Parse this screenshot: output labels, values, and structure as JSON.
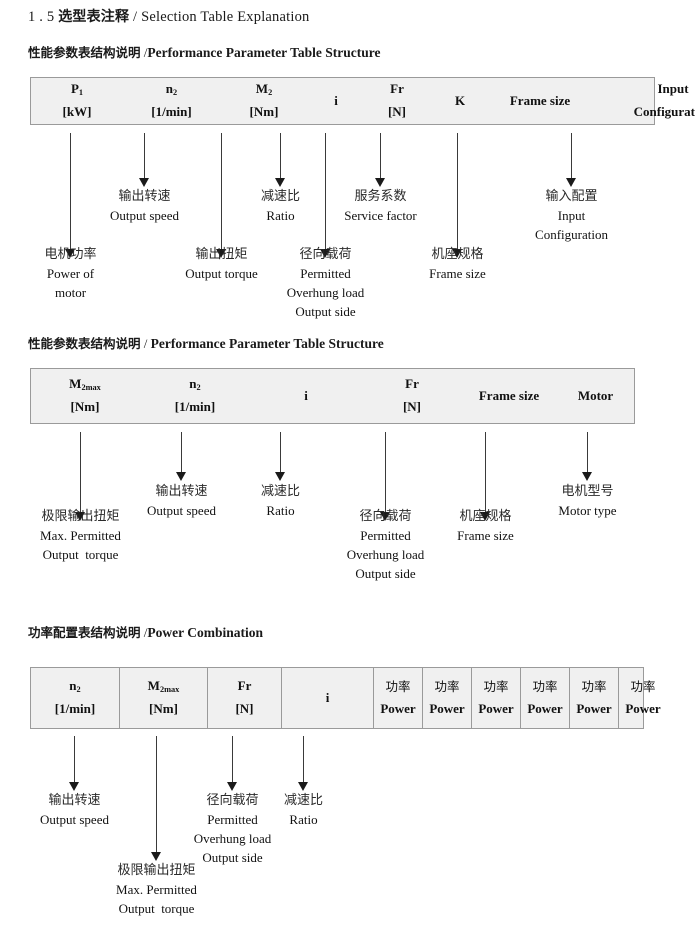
{
  "document": {
    "title_number": "1 . 5",
    "title_cjk": "选型表注释",
    "title_sep": "/",
    "title_en": "Selection Table Explanation"
  },
  "sections": [
    {
      "heading_cjk": "性能参数表结构说明",
      "heading_sep": "/",
      "heading_en": "Performance Parameter Table Structure",
      "table": {
        "ruled": false,
        "columns": [
          {
            "symbol": "P",
            "sub": "1",
            "unit": "[kW]"
          },
          {
            "symbol": "n",
            "sub": "2",
            "unit": "[1/min]"
          },
          {
            "symbol": "M",
            "sub": "2",
            "unit": "[Nm]"
          },
          {
            "symbol": "i",
            "sub": "",
            "unit": ""
          },
          {
            "symbol": "Fr",
            "sub": "",
            "unit": "[N]"
          },
          {
            "symbol": "K",
            "sub": "",
            "unit": ""
          },
          {
            "symbol": "Frame size",
            "sub": "",
            "unit": ""
          },
          {
            "symbol": "Input",
            "sub": "",
            "unit": "Configuration"
          }
        ]
      },
      "notes": [
        {
          "cjk": "电机功率",
          "en": [
            "Power of",
            "motor"
          ]
        },
        {
          "cjk": "输出转速",
          "en": [
            "Output speed"
          ]
        },
        {
          "cjk": "输出扭矩",
          "en": [
            "Output torque"
          ]
        },
        {
          "cjk": "减速比",
          "en": [
            "Ratio"
          ]
        },
        {
          "cjk": "径向载荷",
          "en": [
            "Permitted",
            "Overhung load",
            "Output side"
          ]
        },
        {
          "cjk": "服务系数",
          "en": [
            "Service factor"
          ]
        },
        {
          "cjk": "机座规格",
          "en": [
            "Frame size"
          ]
        },
        {
          "cjk": "输入配置",
          "en": [
            "Input",
            "Configuration"
          ]
        }
      ]
    },
    {
      "heading_cjk": "性能参数表结构说明",
      "heading_sep": "/",
      "heading_en": "Performance Parameter Table Structure",
      "table": {
        "ruled": false,
        "columns": [
          {
            "symbol": "M",
            "sub": "2max",
            "unit": "[Nm]"
          },
          {
            "symbol": "n",
            "sub": "2",
            "unit": "[1/min]"
          },
          {
            "symbol": "i",
            "sub": "",
            "unit": ""
          },
          {
            "symbol": "Fr",
            "sub": "",
            "unit": "[N]"
          },
          {
            "symbol": "Frame size",
            "sub": "",
            "unit": ""
          },
          {
            "symbol": "Motor",
            "sub": "",
            "unit": ""
          }
        ]
      },
      "notes": [
        {
          "cjk": "极限输出扭矩",
          "en": [
            "Max. Permitted",
            "Output  torque"
          ]
        },
        {
          "cjk": "输出转速",
          "en": [
            "Output speed"
          ]
        },
        {
          "cjk": "减速比",
          "en": [
            "Ratio"
          ]
        },
        {
          "cjk": "径向载荷",
          "en": [
            "Permitted",
            "Overhung load",
            "Output side"
          ]
        },
        {
          "cjk": "机座规格",
          "en": [
            "Frame size"
          ]
        },
        {
          "cjk": "电机型号",
          "en": [
            "Motor type"
          ]
        }
      ]
    },
    {
      "heading_cjk": "功率配置表结构说明",
      "heading_sep": "/",
      "heading_en": "Power Combination",
      "table": {
        "ruled": true,
        "columns": [
          {
            "symbol": "n",
            "sub": "2",
            "unit": "[1/min]"
          },
          {
            "symbol": "M",
            "sub": "2max",
            "unit": "[Nm]"
          },
          {
            "symbol": "Fr",
            "sub": "",
            "unit": "[N]"
          },
          {
            "symbol": "i",
            "sub": "",
            "unit": ""
          },
          {
            "symbol": "功率",
            "sub": "",
            "unit": "Power"
          },
          {
            "symbol": "功率",
            "sub": "",
            "unit": "Power"
          },
          {
            "symbol": "功率",
            "sub": "",
            "unit": "Power"
          },
          {
            "symbol": "功率",
            "sub": "",
            "unit": "Power"
          },
          {
            "symbol": "功率",
            "sub": "",
            "unit": "Power"
          },
          {
            "symbol": "功率",
            "sub": "",
            "unit": "Power"
          }
        ]
      },
      "notes": [
        {
          "cjk": "输出转速",
          "en": [
            "Output speed"
          ]
        },
        {
          "cjk": "极限输出扭矩",
          "en": [
            "Max. Permitted",
            "Output  torque"
          ]
        },
        {
          "cjk": "径向载荷",
          "en": [
            "Permitted",
            "Overhung load",
            "Output side"
          ]
        },
        {
          "cjk": "减速比",
          "en": [
            "Ratio"
          ]
        }
      ]
    }
  ],
  "colors": {
    "table_fill": "#f0f0f0",
    "table_border": "#9a9a9a",
    "arrow": "#1a1a1a",
    "text": "#1a1a1a"
  }
}
